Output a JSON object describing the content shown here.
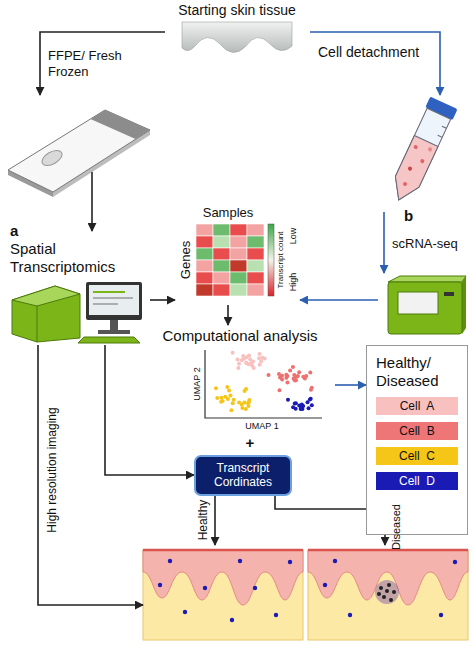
{
  "diagram": {
    "nodes": [
      {
        "text": [
          "Starting skin tissue"
        ]
      },
      {
        "text": [
          "a",
          "Spatial Transcriptomics"
        ]
      },
      {
        "text": [
          "b",
          "scRNA-seq"
        ]
      },
      {
        "text": [
          "Samples",
          "Genes",
          "Transcript count",
          "Low",
          "High"
        ]
      },
      {
        "text": [
          "Computational analysis",
          "UMAP 2",
          "UMAP 1"
        ]
      },
      {
        "text": [
          "Healthy/ Diseased"
        ]
      },
      {
        "text": [
          "Transcript Cordinates"
        ]
      },
      {
        "text": [
          "Healthy"
        ]
      },
      {
        "text": [
          "Diseased"
        ]
      }
    ],
    "edges": [
      {
        "from": 0,
        "to": 1,
        "arrow": "to",
        "label": "FFPE/ Fresh Frozen"
      },
      {
        "from": 0,
        "to": 2,
        "arrow": "to",
        "label": "Cell detachment"
      },
      {
        "from": 1,
        "to": 3,
        "arrow": "to"
      },
      {
        "from": 2,
        "to": 3,
        "arrow": "to"
      },
      {
        "from": 3,
        "to": 4,
        "arrow": "to"
      },
      {
        "from": 4,
        "to": 5,
        "arrow": "to"
      },
      {
        "from": 1,
        "to": 6,
        "arrow": "to"
      },
      {
        "from": 6,
        "to": 7,
        "arrow": "to"
      },
      {
        "from": 6,
        "to": 8,
        "arrow": "to"
      },
      {
        "from": 1,
        "to": 7,
        "arrow": "to",
        "label": "High resolution imaging"
      }
    ],
    "labels": [
      "+"
    ],
    "legend": [
      {
        "text": "Cell  A",
        "color": "#f9c0c0"
      },
      {
        "text": "Cell  B",
        "color": "#ee7676"
      },
      {
        "text": "Cell  C",
        "color": "#f5c518"
      },
      {
        "text": "Cell  D",
        "color": "#1a1ab4"
      }
    ]
  }
}
